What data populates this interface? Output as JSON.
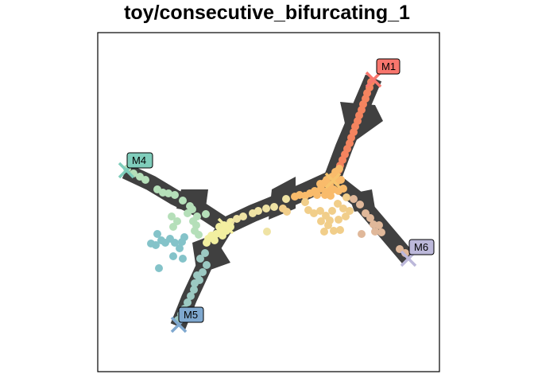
{
  "title": "toy/consecutive_bifurcating_1",
  "milestones": [
    {
      "id": "M1",
      "label": "M1",
      "color": "#F8766D"
    },
    {
      "id": "M4",
      "label": "M4",
      "color": "#7FCDBB"
    },
    {
      "id": "M5",
      "label": "M5",
      "color": "#7FA8CF"
    },
    {
      "id": "M6",
      "label": "M6",
      "color": "#BCB8DA"
    }
  ],
  "colors": {
    "background": "#ffffff",
    "frame": "#000000",
    "trajectory": "#404040",
    "branch_m1": "#F4845F",
    "center_branch": "#F9BB6B",
    "branch_m6": "#E0B89A",
    "branch_m4": "#B5DFB9",
    "hub_left": "#F2EFA0",
    "branch_m5": "#9CC9C2",
    "scatter_teal": "#84C3C9"
  }
}
